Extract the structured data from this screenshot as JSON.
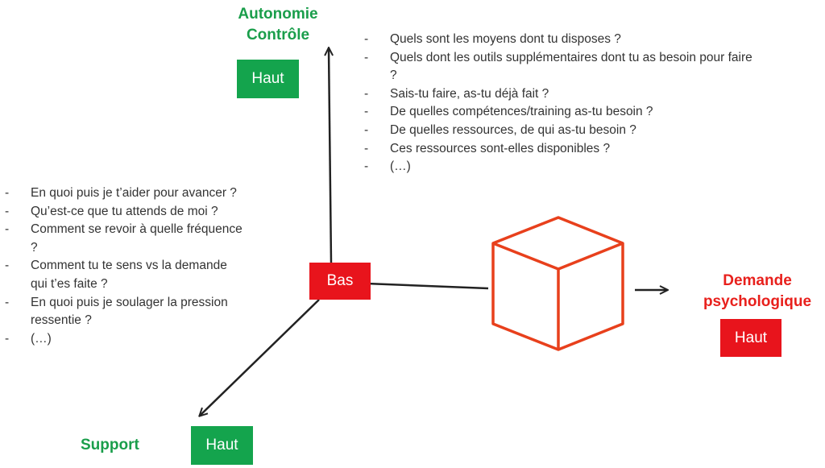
{
  "axes": {
    "vertical": {
      "title_line1": "Autonomie",
      "title_line2": "Contrôle",
      "level": "Haut",
      "color": "#14a44d"
    },
    "horizontal": {
      "title_line1": "Demande",
      "title_line2": "psychologique",
      "level": "Haut",
      "color": "#e8141c"
    },
    "diagonal": {
      "title": "Support",
      "level": "Haut",
      "color": "#14a44d"
    }
  },
  "origin": {
    "label": "Bas",
    "color": "#e8141c"
  },
  "cube": {
    "color": "#e8401c"
  },
  "autonomy_questions": [
    "Quels sont les moyens dont tu disposes ?",
    "Quels dont les outils supplémentaires dont tu as besoin pour faire ?",
    "Sais-tu faire, as-tu déjà fait ?",
    "De quelles compétences/training as-tu besoin ?",
    "De quelles ressources, de qui  as-tu besoin ?",
    "Ces ressources sont-elles disponibles ?",
    "(…)"
  ],
  "support_questions": [
    "En quoi puis je t’aider pour avancer ?",
    "Qu’est-ce que tu attends de moi ?",
    "Comment se revoir à quelle fréquence ?",
    "Comment tu te sens vs la demande qui t’es faite ?",
    "En quoi puis je soulager la pression ressentie ?",
    "(…)"
  ]
}
